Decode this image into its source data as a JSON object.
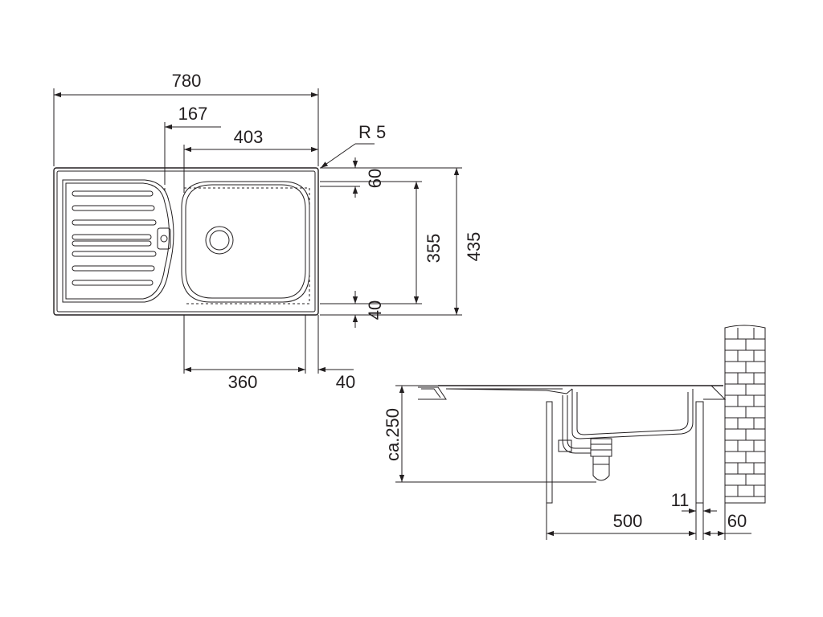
{
  "dimensions": {
    "overall_width": "780",
    "drainer_offset": "167",
    "bowl_width": "403",
    "corner_radius": "R 5",
    "top_margin": "60",
    "bowl_depth": "355",
    "overall_depth": "435",
    "bottom_margin": "40",
    "bowl_width_inner": "360",
    "right_margin": "40",
    "install_depth": "ca.250",
    "cabinet_depth": "500",
    "panel_thickness": "11",
    "wall_gap": "60"
  },
  "colors": {
    "line": "#231f20",
    "background": "#ffffff"
  }
}
